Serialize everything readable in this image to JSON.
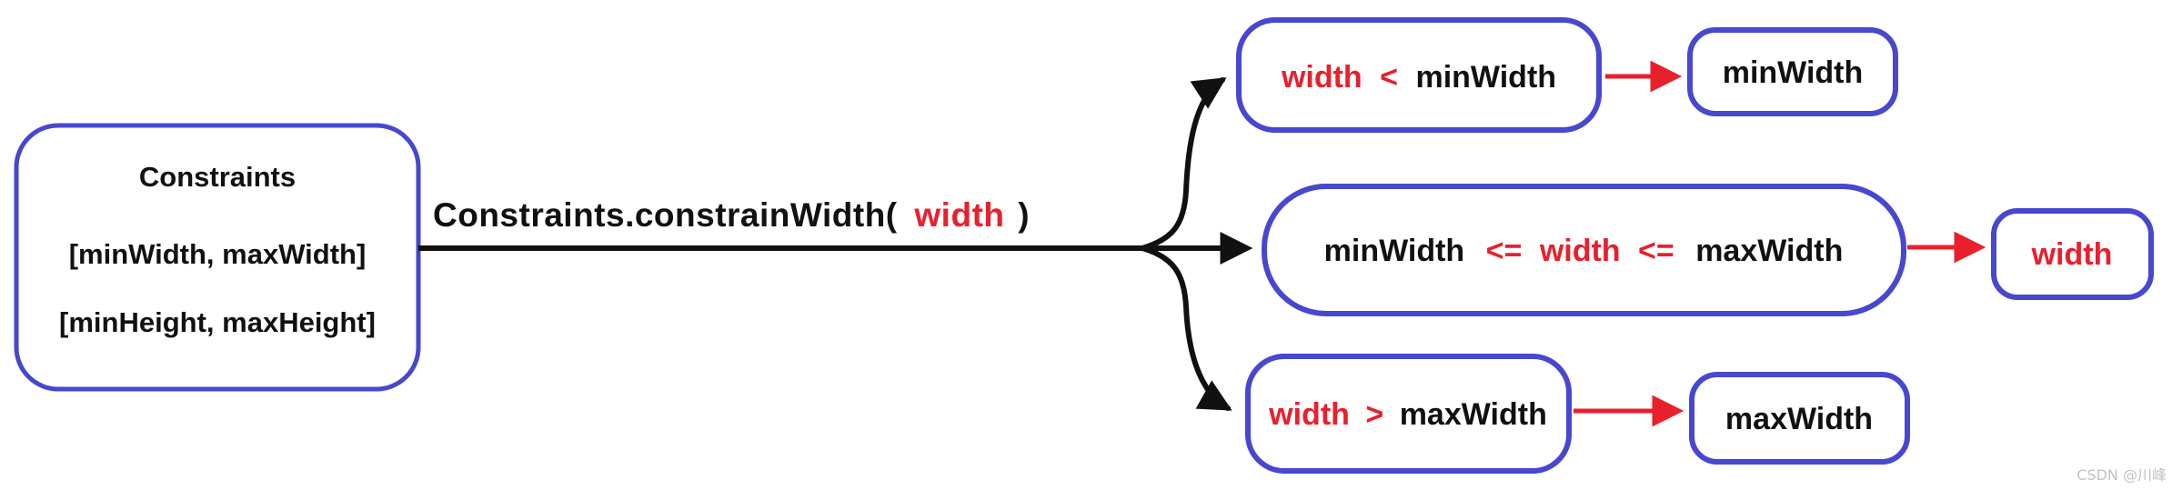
{
  "diagram": {
    "source_box": {
      "title": "Constraints",
      "width_range": "[minWidth, maxWidth]",
      "height_range": "[minHeight, maxHeight]"
    },
    "call_label": {
      "prefix": "Constraints.constrainWidth(",
      "arg": "width",
      "suffix": ")"
    },
    "branches": {
      "top": {
        "lhs": "width",
        "op": "<",
        "rhs": "minWidth",
        "result": "minWidth"
      },
      "middle": {
        "lhs": "minWidth",
        "op1": "<=",
        "mid": "width",
        "op2": "<=",
        "rhs": "maxWidth",
        "result": "width"
      },
      "bottom": {
        "lhs": "width",
        "op": ">",
        "rhs": "maxWidth",
        "result": "maxWidth"
      }
    }
  },
  "watermark": "CSDN @川峰",
  "colors": {
    "border_blue": "#4747cf",
    "accent_red": "#e8202c",
    "text_black": "#111111",
    "watermark_gray": "#c2c2c2"
  }
}
